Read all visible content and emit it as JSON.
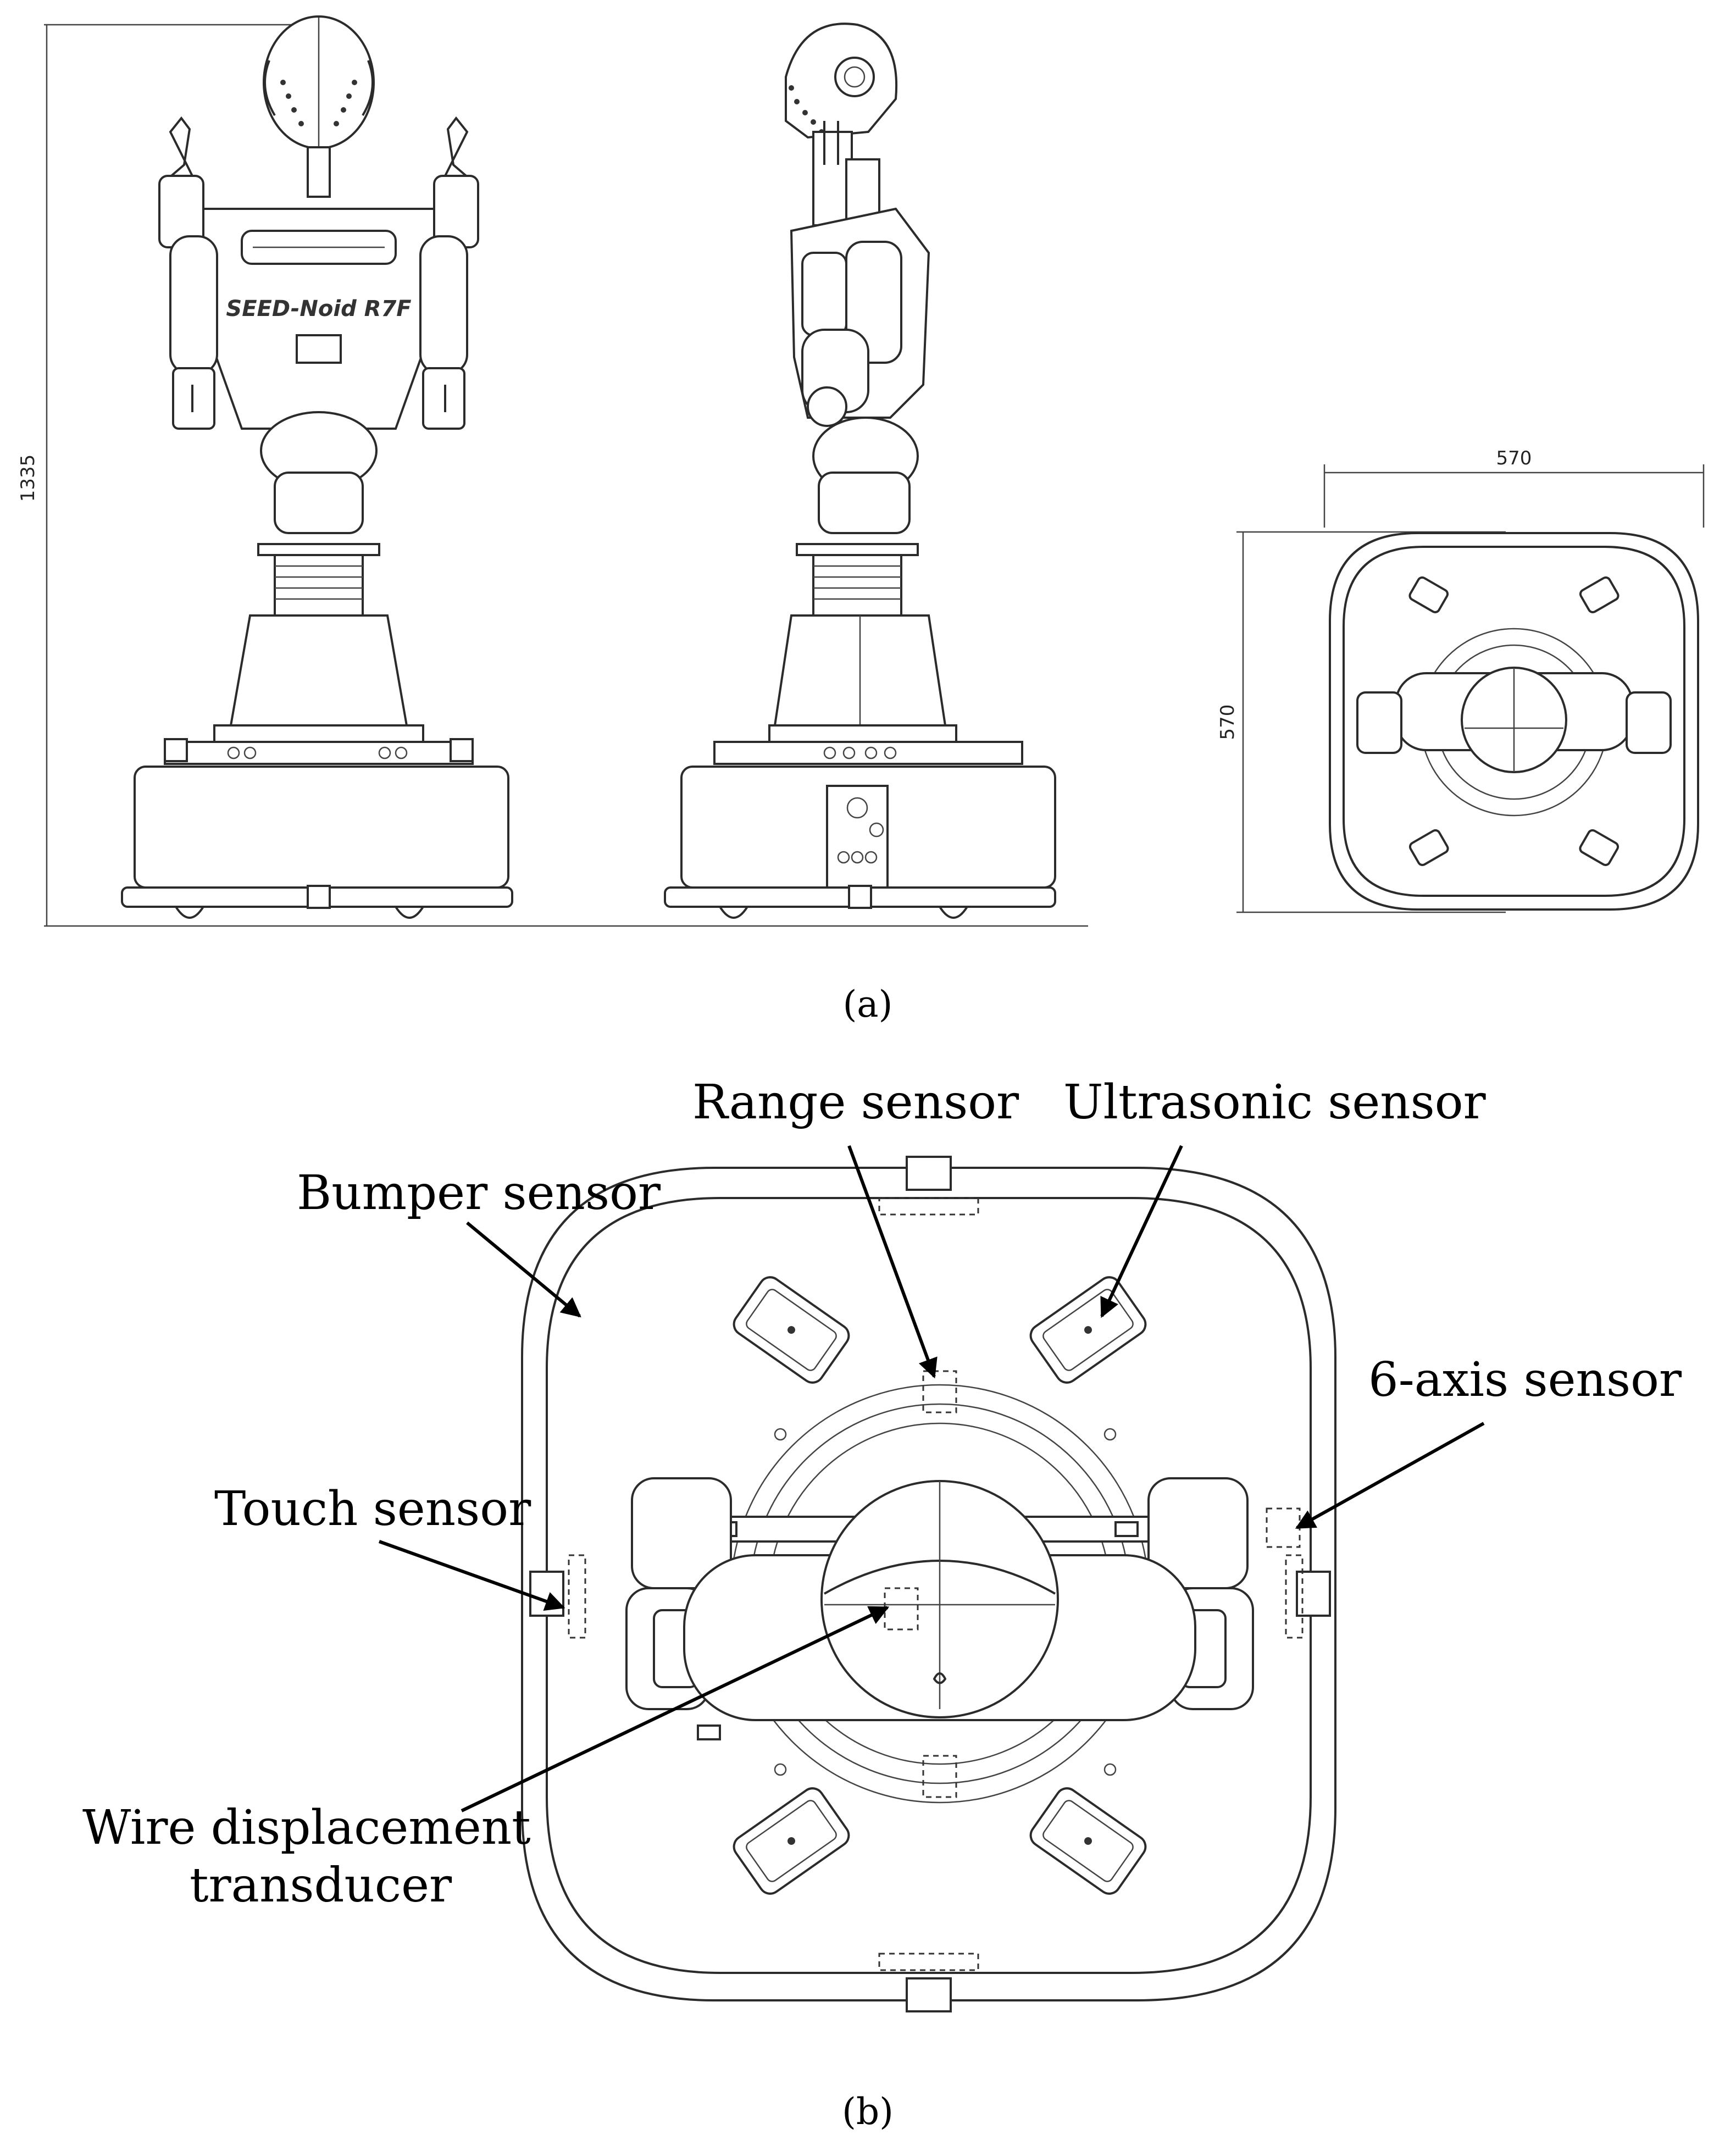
{
  "panel_a": {
    "caption_a": "(a)",
    "height_dim": "1335",
    "width_dim": "570",
    "depth_dim": "570",
    "logo_text": "SEED-Noid R7F"
  },
  "panel_b": {
    "caption_b": "(b)",
    "labels": {
      "range_sensor": "Range sensor",
      "ultrasonic_sensor": "Ultrasonic sensor",
      "bumper_sensor": "Bumper sensor",
      "six_axis_sensor": "6-axis sensor",
      "touch_sensor": "Touch sensor",
      "wire_line1": "Wire displacement",
      "wire_line2": "transducer"
    }
  }
}
